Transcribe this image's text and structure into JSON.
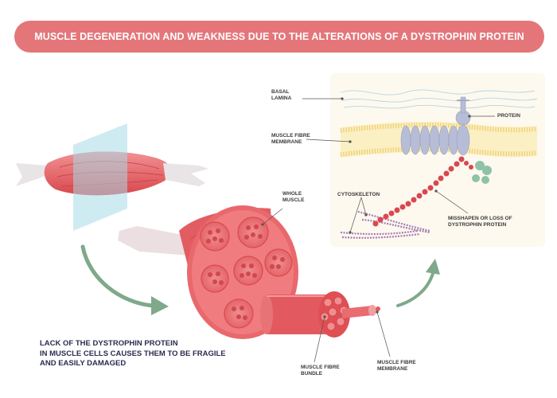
{
  "title": "MUSCLE DEGENERATION AND WEAKNESS DUE TO THE ALTERATIONS OF A DYSTROPHIN PROTEIN",
  "colors": {
    "banner": "#e4767a",
    "muscle_dark": "#d8474c",
    "muscle_light": "#ef8a8c",
    "tendon": "#e9e4e6",
    "arrow": "#7fa98a",
    "membrane": "#f3dc86",
    "protein": "#b7bdd6",
    "dystrophin": "#d9484e",
    "cytoskeleton": "#a77bb5",
    "green_blob": "#8fc2a6"
  },
  "labels": {
    "basal_lamina": [
      "BASAL",
      "LAMINA"
    ],
    "protein": "PROTEIN",
    "muscle_fibre_membrane_top": [
      "MUSCLE FIBRE",
      "MEMBRANE"
    ],
    "cytoskeleton": "CYTOSKELETON",
    "misshapen": [
      "MISSHAPEN OR LOSS OF",
      "DYSTROPHIN PROTEIN"
    ],
    "whole_muscle": [
      "WHOLE",
      "MUSCLE"
    ],
    "muscle_fibre_bundle": [
      "MUSCLE FIBRE",
      "BUNDLE"
    ],
    "muscle_fibre_membrane_bottom": [
      "MUSCLE FIBRE",
      "MEMBRANE"
    ]
  },
  "caption": [
    "LACK OF THE DYSTROPHIN PROTEIN",
    "IN MUSCLE CELLS CAUSES THEM TO BE FRAGILE",
    "AND EASILY DAMAGED"
  ]
}
